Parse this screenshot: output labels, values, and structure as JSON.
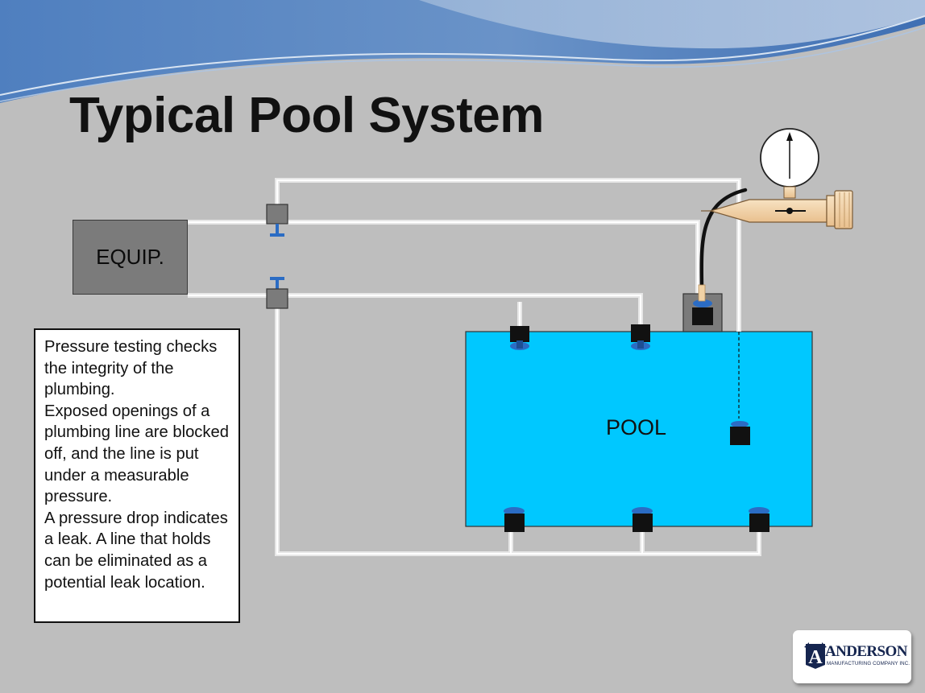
{
  "slide": {
    "title": "Typical Pool System",
    "equipment_label": "EQUIP.",
    "pool_label": "POOL",
    "note_paragraphs": [
      "Pressure testing checks the integrity of the plumbing.",
      "Exposed openings of a plumbing line are blocked off, and the line is put under a measurable pressure.",
      "A pressure drop indicates a leak.  A line that holds can be eliminated as a potential leak location."
    ]
  },
  "logo": {
    "letter": "A",
    "name": "ANDERSON",
    "subtitle": "MANUFACTURING COMPANY INC."
  },
  "colors": {
    "background": "#bebebe",
    "pool_water": "#00c8ff",
    "equipment": "#7b7b7b",
    "valve_handle": "#2b6cc4",
    "pipe": "#ffffff",
    "gauge_body": "#f1d2a5",
    "header_wave": "#5d86bd"
  }
}
